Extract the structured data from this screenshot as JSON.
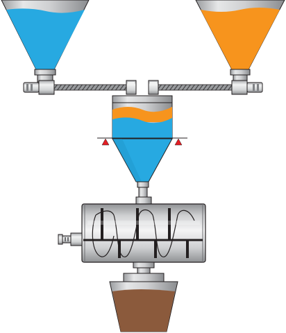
{
  "diagram": {
    "description_type": "process-schematic",
    "components": [
      {
        "id": "hopper-left",
        "kind": "hopper",
        "contents_color": "#27A9E1"
      },
      {
        "id": "hopper-right",
        "kind": "hopper",
        "contents_color": "#F7941D"
      },
      {
        "id": "screw-conveyor-left",
        "kind": "screw-conveyor"
      },
      {
        "id": "screw-conveyor-right",
        "kind": "screw-conveyor"
      },
      {
        "id": "weigh-hopper",
        "kind": "weigh-hopper",
        "layers": [
          "#F7941D",
          "#27A9E1"
        ]
      },
      {
        "id": "load-cells",
        "kind": "load-cell",
        "count": 2,
        "color": "#E31E24"
      },
      {
        "id": "ribbon-mixer",
        "kind": "horizontal-mixer"
      },
      {
        "id": "output-bin",
        "kind": "bin",
        "contents_color": "#8B5A3C"
      }
    ],
    "colors": {
      "metal_light": "#E6E7E8",
      "metal_mid": "#BCBEC0",
      "metal_dark": "#808285",
      "outline": "#231F20",
      "blue_material": "#27A9E1",
      "orange_material": "#F7941D",
      "brown_material": "#8B5A3C",
      "load_cell": "#E31E24"
    }
  }
}
